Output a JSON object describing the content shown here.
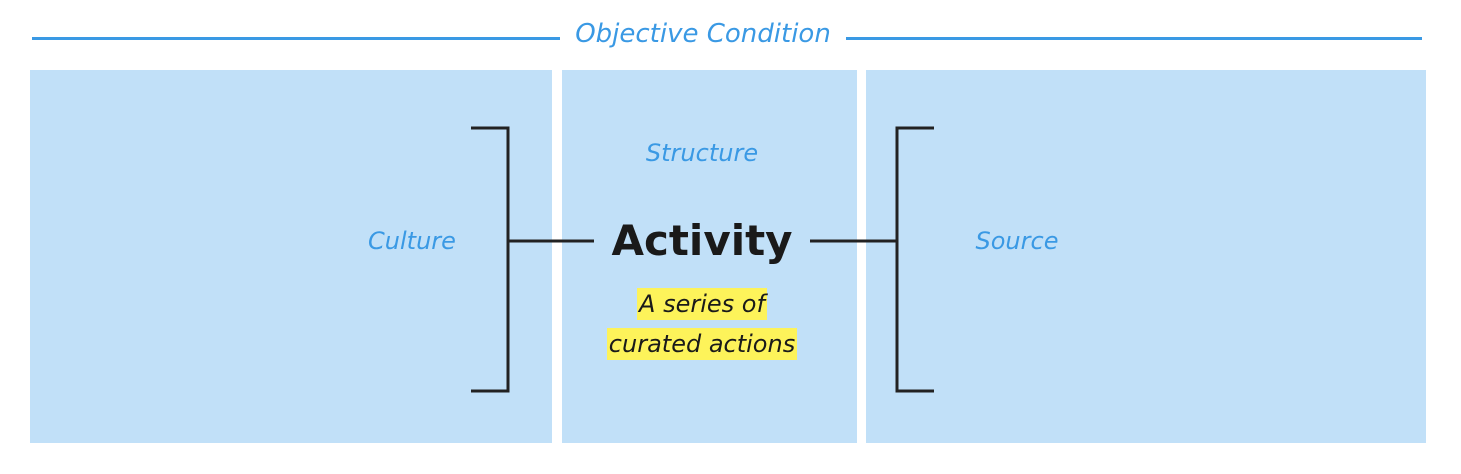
{
  "header": {
    "title": "Objective Condition"
  },
  "diagram": {
    "left_label": "Culture",
    "top_label": "Structure",
    "right_label": "Source",
    "center_title": "Activity",
    "center_subtitle_line1": "A series of",
    "center_subtitle_line2": "curated actions"
  },
  "colors": {
    "accent": "#3a99e4",
    "panel": "#c1e0f8",
    "highlight": "#fdf35a",
    "line": "#222222"
  }
}
